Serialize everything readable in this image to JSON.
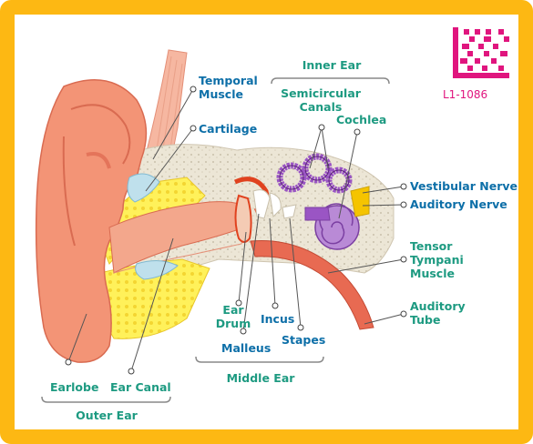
{
  "colors": {
    "frame": "#fdb813",
    "label_blue": "#0d6fa8",
    "label_green": "#1d9a81",
    "code_magenta": "#e0157e",
    "skin": "#f39476",
    "skin_dark": "#e4745a",
    "bone": "#ece6d6",
    "cartilage_yellow": "#fff15a",
    "cochlea_purple": "#9a55c4",
    "drum_red": "#e0421f"
  },
  "code_label": "L1-1086",
  "qr_icon": "qr-code-icon",
  "labels": {
    "temporal_muscle": [
      "Temporal",
      "Muscle"
    ],
    "cartilage": "Cartilage",
    "semicircular_canals": [
      "Semicircular",
      "Canals"
    ],
    "cochlea": "Cochlea",
    "vestibular_nerve": "Vestibular Nerve",
    "auditory_nerve": "Auditory Nerve",
    "tensor_tympani_muscle": [
      "Tensor",
      "Tympani",
      "Muscle"
    ],
    "auditory_tube": [
      "Auditory",
      "Tube"
    ],
    "ear_drum": [
      "Ear",
      "Drum"
    ],
    "incus": "Incus",
    "stapes": "Stapes",
    "malleus": "Malleus",
    "earlobe": "Earlobe",
    "ear_canal": "Ear Canal"
  },
  "groups": {
    "inner_ear": "Inner Ear",
    "middle_ear": "Middle Ear",
    "outer_ear": "Outer Ear"
  }
}
